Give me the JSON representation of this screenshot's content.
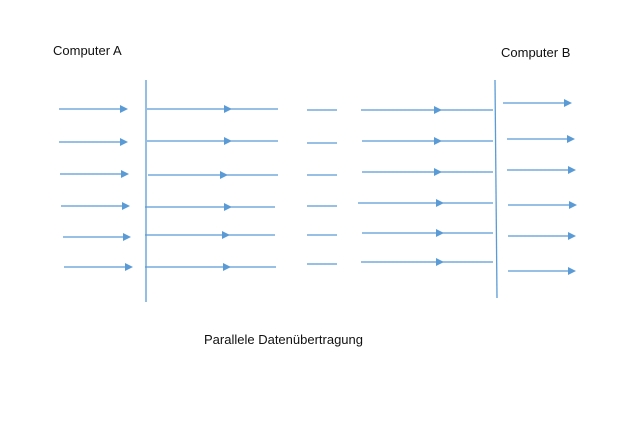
{
  "diagram": {
    "computer_a_label": "Computer A",
    "computer_b_label": "Computer B",
    "caption": "Parallele Datenübertragung",
    "line_color": "#5B9BD5",
    "line_count": 6
  }
}
